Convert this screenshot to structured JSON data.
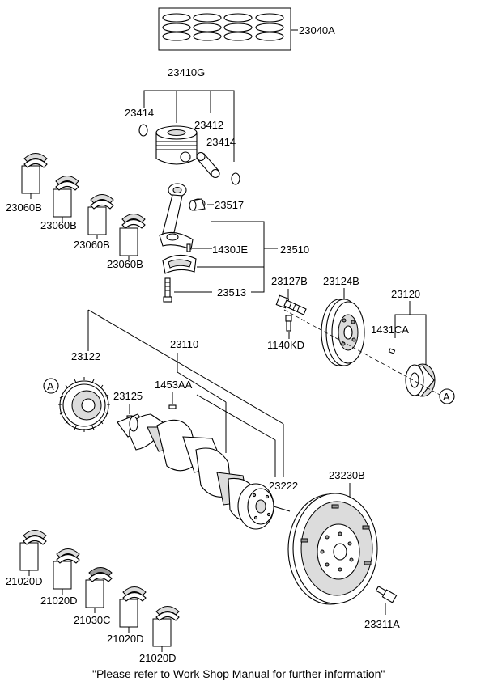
{
  "labels": {
    "piston_rings": "23040A",
    "piston_assy": "23410G",
    "snap_ring_left": "23414",
    "piston_pin": "23412",
    "snap_ring_right": "23414",
    "conrod_bearing_1": "23060B",
    "conrod_bearing_2": "23060B",
    "conrod_bearing_3": "23060B",
    "conrod_bearing_4": "23060B",
    "bushing": "23517",
    "conrod_nut": "1430JE",
    "conrod_assy": "23510",
    "conrod_bolt": "23513",
    "pulley_bolt": "23127B",
    "damper_pulley": "23124B",
    "sprocket_assy": "23120",
    "key": "1431CA",
    "washer_bolt": "1140KD",
    "crank_sprocket": "23122",
    "crankshaft": "23110",
    "key_1453": "1453AA",
    "pin_23125": "23125",
    "pin_23222": "23222",
    "flywheel": "23230B",
    "flywheel_bolt": "23311A",
    "main_bearing_1": "21020D",
    "main_bearing_2": "21020D",
    "main_bearing_3": "21030C",
    "main_bearing_4": "21020D",
    "main_bearing_5": "21020D",
    "ref_a_left": "A",
    "ref_a_right": "A"
  },
  "footer_note": "\"Please refer to Work Shop Manual for further information\""
}
